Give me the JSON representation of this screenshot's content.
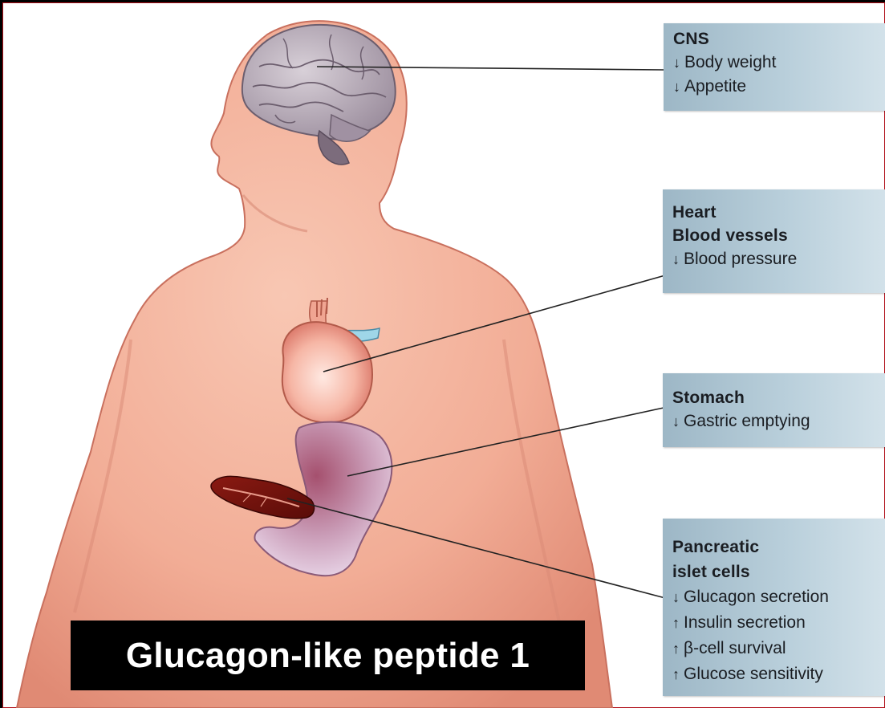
{
  "caption": "Glucagon-like peptide 1",
  "colors": {
    "background": "#000000",
    "panel": "#ffffff",
    "border_accent": "#b0101a",
    "skin": "#f3b49e",
    "box_fill": "#b9cfdb",
    "leader_line": "#222222"
  },
  "organs": [
    {
      "id": "cns",
      "title_lines": [
        "CNS"
      ],
      "effects": [
        {
          "arrow": "↓",
          "text": "Body weight"
        },
        {
          "arrow": "↓",
          "text": "Appetite"
        }
      ]
    },
    {
      "id": "heart",
      "title_lines": [
        "Heart",
        "Blood vessels"
      ],
      "effects": [
        {
          "arrow": "↓",
          "text": "Blood pressure"
        }
      ]
    },
    {
      "id": "stomach",
      "title_lines": [
        "Stomach"
      ],
      "effects": [
        {
          "arrow": "↓",
          "text": "Gastric emptying"
        }
      ]
    },
    {
      "id": "pancreas",
      "title_lines": [
        "Pancreatic",
        "islet cells"
      ],
      "effects": [
        {
          "arrow": "↓",
          "text": "Glucagon secretion"
        },
        {
          "arrow": "↑",
          "text": "Insulin secretion"
        },
        {
          "arrow": "↑",
          "text": "β-cell survival"
        },
        {
          "arrow": "↑",
          "text": "Glucose sensitivity"
        }
      ]
    }
  ]
}
